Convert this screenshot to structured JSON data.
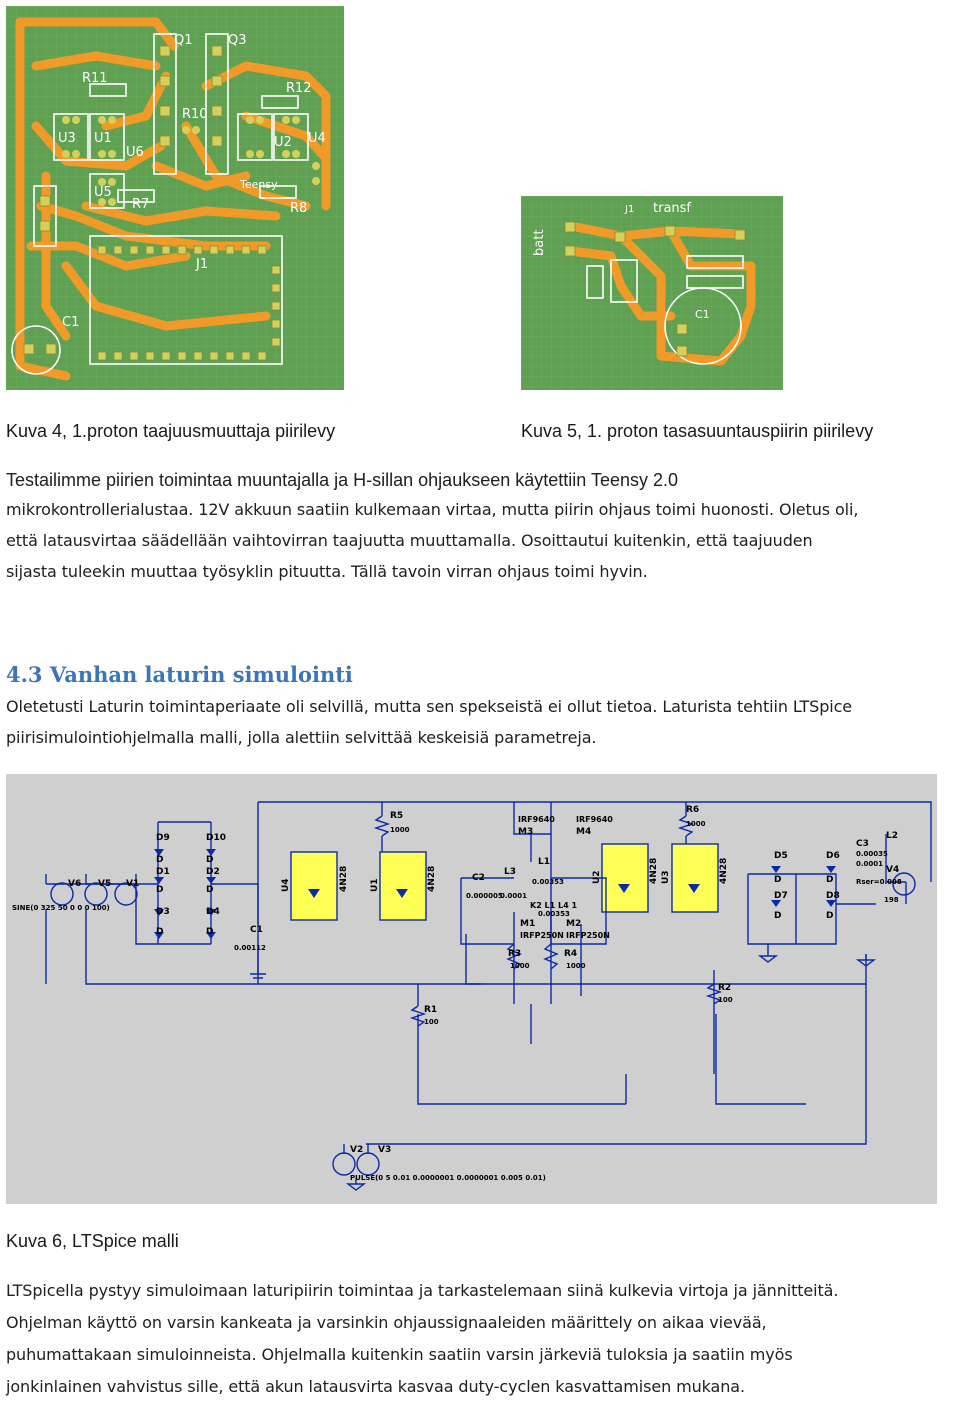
{
  "figure4": {
    "caption": "Kuva 4, 1.proton taajuusmuuttaja piirilevy",
    "labels": {
      "q1": "Q1",
      "q3": "Q3",
      "r11": "R11",
      "r12": "R12",
      "r10": "R10",
      "u3": "U3",
      "u1": "U1",
      "u6": "U6",
      "u5": "U5",
      "r7": "R7",
      "u2": "U2",
      "u4": "U4",
      "r8": "R8",
      "j1": "J1",
      "c1": "C1",
      "teensy": "Teensy"
    }
  },
  "figure5": {
    "caption": "Kuva 5, 1. proton tasasuuntauspiirin piirilevy",
    "labels": {
      "batt": "batt",
      "j1": "J1",
      "transf": "transf",
      "c1": "C1"
    }
  },
  "paragraph1": {
    "line1": "Testailimme piirien toimintaa muuntajalla ja H-sillan ohjaukseen käytettiin Teensy 2.0",
    "line2": "mikrokontrollerialustaa. 12V akkuun saatiin kulkemaan virtaa, mutta piirin ohjaus toimi huonosti. Oletus oli,",
    "line3": "että latausvirtaa säädellään vaihtovirran taajuutta muuttamalla. Osoittautui kuitenkin, että taajuuden",
    "line4": "sijasta tuleekin muuttaa työsyklin pituutta. Tällä tavoin virran ohjaus toimi hyvin."
  },
  "section": {
    "heading": "4.3 Vanhan laturin simulointi",
    "line1": "Oletetusti Laturin toimintaperiaate oli selvillä, mutta sen spekseistä ei ollut tietoa. Laturista tehtiin LTSpice",
    "line2": "piirisimulointiohjelmalla malli, jolla alettiin selvittää keskeisiä parametreja."
  },
  "figure6": {
    "caption": "Kuva 6, LTSpice malli",
    "labels": {
      "d9": "D9",
      "d10": "D10",
      "d1": "D1",
      "d2": "D2",
      "d3": "D3",
      "d4": "D4",
      "d": "D",
      "v6": "V6",
      "v5": "V5",
      "v1": "V1",
      "sine": "SINE(0 325 50 0 0 0 100)",
      "c1": "C1",
      "c1v": "0.00112",
      "u4": "U4",
      "u1": "U1",
      "u2": "U2",
      "u3": "U3",
      "opto": "4N28",
      "r5": "R5",
      "r6": "R6",
      "r3": "R3",
      "r4": "R4",
      "r1": "R1",
      "r2": "R2",
      "v1000": "1000",
      "v100": "100",
      "irf9640a": "IRF9640",
      "irf9640b": "IRF9640",
      "m3": "M3",
      "m4": "M4",
      "m1": "M1",
      "m2": "M2",
      "irfp250a": "IRFP250N",
      "irfp250b": "IRFP250N",
      "c2": "C2",
      "c2v": "0.000005",
      "l3": "L3",
      "l3v": "0.0001",
      "l1": "L1",
      "l1v": "0.00353",
      "k2": "K2 L1 L4 1",
      "l4v": "0.00353",
      "d5": "D5",
      "d6": "D6",
      "d7": "D7",
      "d8": "D8",
      "l2": "L2",
      "c3": "C3",
      "c3v": "0.00035",
      "l2v": "0.0001",
      "v4": "V4",
      "rser": "Rser=0.008",
      "v4v": "198",
      "v2": "V2",
      "v3": "V3",
      "pulse": "PULSE(0 5 0.01 0.0000001 0.0000001 0.005 0.01)"
    }
  },
  "paragraph2": {
    "line1": "LTSpicella pystyy simuloimaan laturipiirin toimintaa ja tarkastelemaan siinä kulkevia virtoja ja jännitteitä.",
    "line2": "Ohjelman käyttö on varsin kankeata ja varsinkin ohjaussignaaleiden määrittely on aikaa vievää,",
    "line3": "puhumattakaan simuloinneista. Ohjelmalla kuitenkin saatiin varsin järkeviä tuloksia ja saatiin myös",
    "line4": "jonkinlainen vahvistus sille, että akun latausvirta kasvaa duty-cyclen kasvattamisen mukana."
  },
  "colors": {
    "pcb_green": "#5fa052",
    "pcb_grid": "#6fae62",
    "trace": "#f29a27",
    "pad": "#d4d05a",
    "silk": "#ffffff",
    "heading": "#3a75b8",
    "wire": "#0a2aa8",
    "ltspice_bg": "#cfcfcf",
    "opto_fill": "#ffff55"
  }
}
